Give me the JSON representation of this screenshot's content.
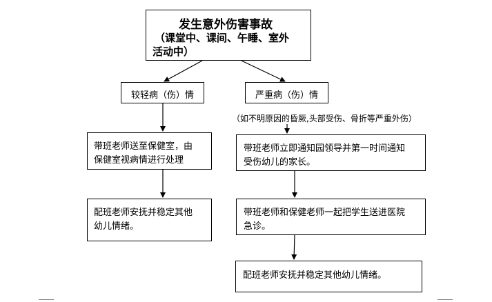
{
  "title": {
    "line1": "发生意外伤害事故",
    "line2": "（课堂中、课间、午睡、室外",
    "line3": "活动中）"
  },
  "branch_minor": {
    "label": "较轻病（伤）情"
  },
  "branch_severe": {
    "label": "严重病（伤）情",
    "note": "（如不明原因的昏厥,头部受伤、骨折等严重外伤）"
  },
  "minor_steps": [
    {
      "line1": "带班老师送至保健室，由",
      "line2": "保健室视病情进行处理"
    },
    {
      "line1": "配班老师安抚并稳定其他",
      "line2": "幼儿情绪。"
    }
  ],
  "severe_steps": [
    {
      "line1": "带班老师立即通知园领导并第一时间通知",
      "line2": "受伤幼儿的家长。"
    },
    {
      "line1": "带班老师和保健老师一起把学生送进医院",
      "line2": "急诊。"
    },
    {
      "line1": "配班老师安抚并稳定其他幼儿情绪。"
    }
  ]
}
